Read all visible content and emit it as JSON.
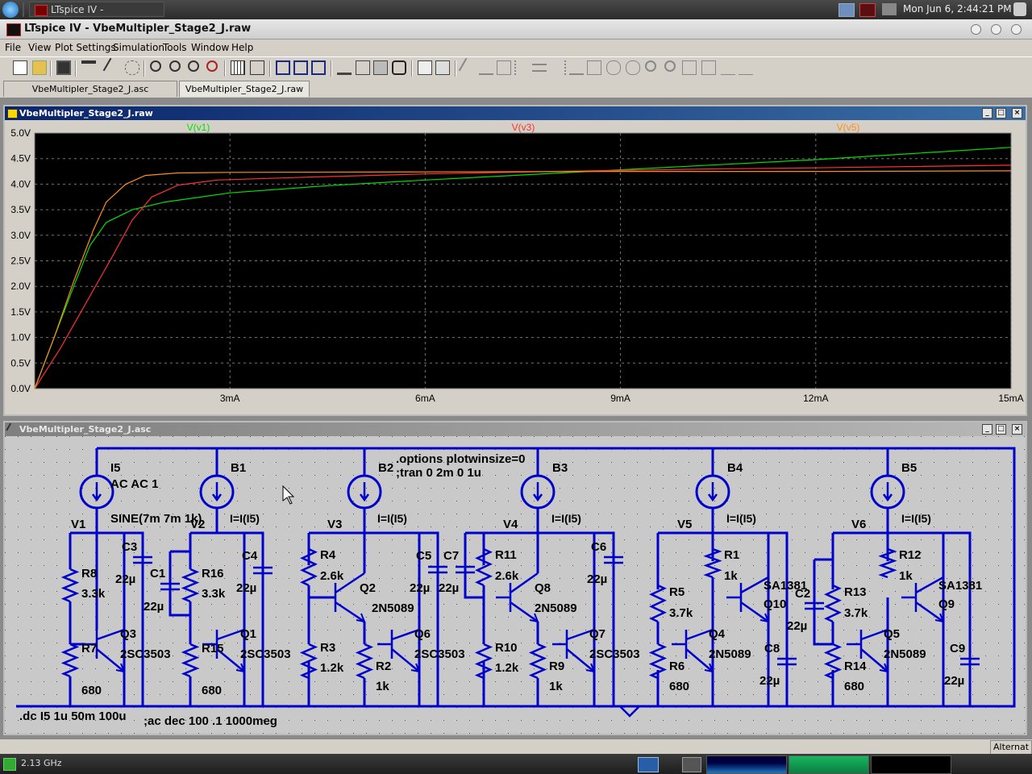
{
  "desktop": {
    "task_title": "LTspice IV - VbeMultipl...",
    "clock": "Mon Jun  6,  2:44:21 PM",
    "cpu_freq": "2.13 GHz"
  },
  "window": {
    "title": "LTspice IV - VbeMultipler_Stage2_J.raw"
  },
  "menu": [
    "File",
    "View",
    "Plot Settings",
    "Simulation",
    "Tools",
    "Window",
    "Help"
  ],
  "tabs": [
    {
      "label": "VbeMultipler_Stage2_J.asc",
      "active": false
    },
    {
      "label": "VbeMultipler_Stage2_J.raw",
      "active": true
    }
  ],
  "plot_window": {
    "title": "VbeMultipler_Stage2_J.raw"
  },
  "schematic_window": {
    "title": "VbeMultipler_Stage2_J.asc",
    "directives": {
      "options": ".options plotwinsize=0",
      "tran": ";tran 0 2m 0 1u",
      "dc": ".dc I5 1u 50m 100u",
      "ac": ";ac dec 100 .1 1000meg"
    },
    "sources": [
      {
        "name": "I5",
        "value": "AC AC 1",
        "extra": "SINE(7m 7m 1k)"
      },
      {
        "name": "B1",
        "value": "I=I(I5)"
      },
      {
        "name": "B2",
        "value": "I=I(I5)"
      },
      {
        "name": "B3",
        "value": "I=I(I5)"
      },
      {
        "name": "B4",
        "value": "I=I(I5)"
      },
      {
        "name": "B5",
        "value": "I=I(I5)"
      }
    ],
    "nodes": [
      "V1",
      "V2",
      "V3",
      "V4",
      "V5",
      "V6"
    ],
    "resistors": [
      {
        "name": "R8",
        "value": "3.3k"
      },
      {
        "name": "R7",
        "value": "680"
      },
      {
        "name": "R16",
        "value": "3.3k"
      },
      {
        "name": "R15",
        "value": "680"
      },
      {
        "name": "R4",
        "value": "2.6k"
      },
      {
        "name": "R3",
        "value": "1.2k"
      },
      {
        "name": "R2",
        "value": "1k"
      },
      {
        "name": "R11",
        "value": "2.6k"
      },
      {
        "name": "R10",
        "value": "1.2k"
      },
      {
        "name": "R9",
        "value": "1k"
      },
      {
        "name": "R1",
        "value": "1k"
      },
      {
        "name": "R5",
        "value": "3.7k"
      },
      {
        "name": "R6",
        "value": "680"
      },
      {
        "name": "R12",
        "value": "1k"
      },
      {
        "name": "R13",
        "value": "3.7k"
      },
      {
        "name": "R14",
        "value": "680"
      }
    ],
    "capacitors": [
      {
        "name": "C3",
        "value": "22µ"
      },
      {
        "name": "C1",
        "value": "22µ"
      },
      {
        "name": "C4",
        "value": "22µ"
      },
      {
        "name": "C5",
        "value": "22µ"
      },
      {
        "name": "C7",
        "value": "22µ"
      },
      {
        "name": "C6",
        "value": "22µ"
      },
      {
        "name": "C2",
        "value": "22µ"
      },
      {
        "name": "C8",
        "value": "22µ"
      },
      {
        "name": "C9",
        "value": "22µ"
      }
    ],
    "transistors": [
      {
        "name": "Q3",
        "model": "2SC3503"
      },
      {
        "name": "Q1",
        "model": "2SC3503"
      },
      {
        "name": "Q2",
        "model": "2N5089"
      },
      {
        "name": "Q6",
        "model": "2SC3503"
      },
      {
        "name": "Q8",
        "model": "2N5089"
      },
      {
        "name": "Q7",
        "model": "2SC3503"
      },
      {
        "name": "Q10",
        "model": "SA1381"
      },
      {
        "name": "Q4",
        "model": "2N5089"
      },
      {
        "name": "Q9",
        "model": "SA1381"
      },
      {
        "name": "Q5",
        "model": "2N5089"
      }
    ]
  },
  "status": {
    "right": "Alternat"
  },
  "chart_data": {
    "type": "line",
    "xlabel": "",
    "ylabel": "",
    "xlim": [
      0,
      15
    ],
    "ylim": [
      0,
      5
    ],
    "x_ticks": [
      "3mA",
      "6mA",
      "9mA",
      "12mA",
      "15mA"
    ],
    "y_ticks": [
      "0.0V",
      "0.5V",
      "1.0V",
      "1.5V",
      "2.0V",
      "2.5V",
      "3.0V",
      "3.5V",
      "4.0V",
      "4.5V",
      "5.0V"
    ],
    "grid": true,
    "series": [
      {
        "name": "V(v1)",
        "color": "#00e000",
        "points": [
          [
            0,
            0
          ],
          [
            0.3,
            1.0
          ],
          [
            0.6,
            2.0
          ],
          [
            0.85,
            2.8
          ],
          [
            1.1,
            3.25
          ],
          [
            1.5,
            3.5
          ],
          [
            2,
            3.65
          ],
          [
            3,
            3.83
          ],
          [
            4.5,
            3.97
          ],
          [
            6,
            4.08
          ],
          [
            7.5,
            4.18
          ],
          [
            9,
            4.28
          ],
          [
            10.5,
            4.38
          ],
          [
            12,
            4.48
          ],
          [
            13.5,
            4.6
          ],
          [
            15,
            4.72
          ]
        ]
      },
      {
        "name": "V(v3)",
        "color": "#ff3030",
        "points": [
          [
            0,
            0
          ],
          [
            0.4,
            0.8
          ],
          [
            0.8,
            1.7
          ],
          [
            1.2,
            2.6
          ],
          [
            1.5,
            3.3
          ],
          [
            1.8,
            3.75
          ],
          [
            2.2,
            3.98
          ],
          [
            2.8,
            4.08
          ],
          [
            4,
            4.13
          ],
          [
            6,
            4.2
          ],
          [
            8,
            4.25
          ],
          [
            10,
            4.29
          ],
          [
            12,
            4.32
          ],
          [
            15,
            4.37
          ]
        ]
      },
      {
        "name": "V(v5)",
        "color": "#ff8c1a",
        "points": [
          [
            0,
            0
          ],
          [
            0.3,
            1.0
          ],
          [
            0.6,
            2.1
          ],
          [
            0.9,
            3.1
          ],
          [
            1.1,
            3.65
          ],
          [
            1.4,
            4.0
          ],
          [
            1.7,
            4.17
          ],
          [
            2.2,
            4.22
          ],
          [
            3,
            4.23
          ],
          [
            6,
            4.24
          ],
          [
            9,
            4.25
          ],
          [
            12,
            4.25
          ],
          [
            15,
            4.26
          ]
        ]
      }
    ]
  }
}
